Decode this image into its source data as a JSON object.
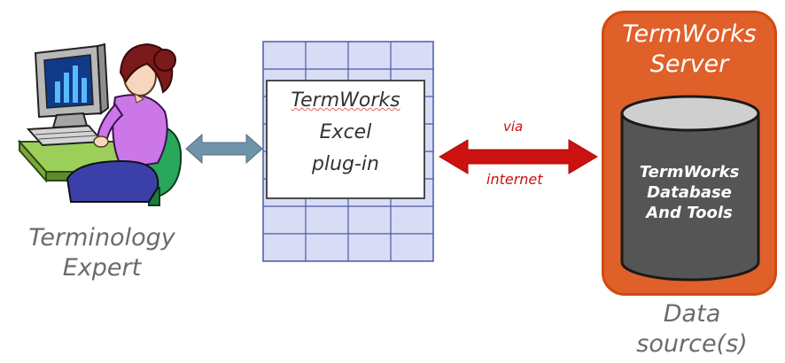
{
  "expert": {
    "label_line1": "Terminology",
    "label_line2": "Expert"
  },
  "plugin": {
    "line1": "TermWorks",
    "line2": "Excel",
    "line3": "plug-in"
  },
  "connection": {
    "via": "via",
    "internet": "internet"
  },
  "server": {
    "title_line1": "TermWorks",
    "title_line2": "Server"
  },
  "database": {
    "line1": "TermWorks",
    "line2": "Database",
    "line3": "And Tools"
  },
  "datasource": {
    "line1": "Data",
    "line2": "source(s)"
  },
  "colors": {
    "server_fill": "#e0602a",
    "db_fill": "#555555",
    "arrow_red": "#cc1111",
    "arrow_blue": "#6f93a8",
    "grid_fill": "#d8dcf5",
    "grid_line": "#4a5aa8"
  }
}
